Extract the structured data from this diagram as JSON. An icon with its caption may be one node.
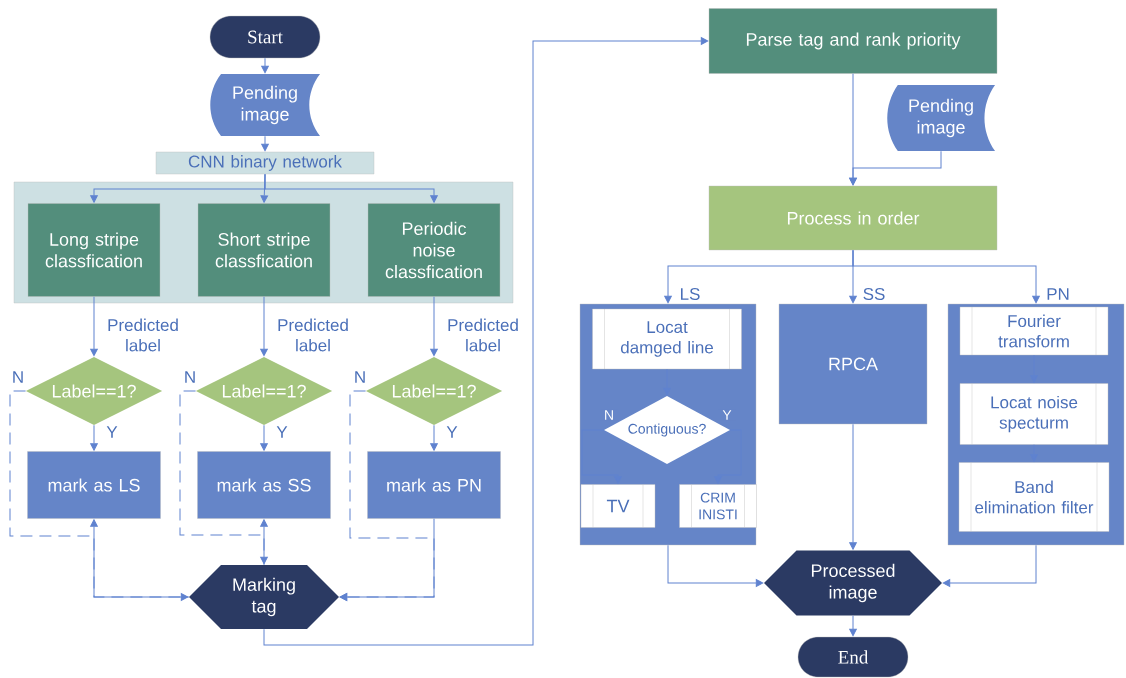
{
  "diagram": {
    "nodes": [
      {
        "text": [
          "Start"
        ]
      },
      {
        "text": [
          "Pending image"
        ]
      },
      {
        "text": [
          "CNN binary network"
        ]
      },
      {
        "text": [
          "Long stripe classfication"
        ],
        "in": 2
      },
      {
        "text": [
          "Short stripe classfication"
        ],
        "in": 2
      },
      {
        "text": [
          "Periodic noise classfication"
        ],
        "in": 2
      },
      {
        "text": [
          "Label==1?"
        ]
      },
      {
        "text": [
          "Label==1?"
        ]
      },
      {
        "text": [
          "Label==1?"
        ]
      },
      {
        "text": [
          "mark as LS"
        ]
      },
      {
        "text": [
          "mark as SS"
        ]
      },
      {
        "text": [
          "mark as PN"
        ]
      },
      {
        "text": [
          "Marking tag"
        ]
      },
      {
        "text": [
          "Parse tag and rank priority"
        ]
      },
      {
        "text": [
          "Pending image"
        ]
      },
      {
        "text": [
          "Process in order"
        ]
      },
      {
        "text": [],
        "shape": "box"
      },
      {
        "text": [
          "Locat damged line"
        ],
        "in": 16
      },
      {
        "text": [
          "Contiguous?"
        ],
        "in": 16
      },
      {
        "text": [
          "TV"
        ],
        "in": 16
      },
      {
        "text": [
          "CRIM INISTI"
        ],
        "in": 16
      },
      {
        "text": [
          "RPCA"
        ]
      },
      {
        "text": [],
        "shape": "box"
      },
      {
        "text": [
          "Fourier transform"
        ],
        "in": 22
      },
      {
        "text": [
          "Locat noise specturm"
        ],
        "in": 22
      },
      {
        "text": [
          "Band elimination filter"
        ],
        "in": 22
      },
      {
        "text": [
          "Processed image"
        ]
      },
      {
        "text": [
          "End"
        ]
      }
    ],
    "edges": [
      {
        "from": 0,
        "to": 1,
        "arrow": "to"
      },
      {
        "from": 1,
        "to": 2,
        "arrow": "to"
      },
      {
        "from": 2,
        "to": 3,
        "arrow": "to"
      },
      {
        "from": 2,
        "to": 4,
        "arrow": "to"
      },
      {
        "from": 2,
        "to": 5,
        "arrow": "to"
      },
      {
        "from": 3,
        "to": 6,
        "arrow": "to",
        "label": "Predicted label"
      },
      {
        "from": 4,
        "to": 7,
        "arrow": "to",
        "label": "Predicted label"
      },
      {
        "from": 5,
        "to": 8,
        "arrow": "to",
        "label": "Predicted label"
      },
      {
        "from": 6,
        "to": 9,
        "arrow": "to",
        "label": "Y"
      },
      {
        "from": 7,
        "to": 10,
        "arrow": "to",
        "label": "Y"
      },
      {
        "from": 8,
        "to": 11,
        "arrow": "to",
        "label": "Y"
      },
      {
        "from": 6,
        "to": 12,
        "arrow": "to",
        "label": "N",
        "style": "dashed"
      },
      {
        "from": 7,
        "to": 12,
        "arrow": "to",
        "label": "N",
        "style": "dashed"
      },
      {
        "from": 8,
        "to": 12,
        "arrow": "to",
        "label": "N",
        "style": "dashed"
      },
      {
        "from": 12,
        "to": 9,
        "arrow": "to"
      },
      {
        "from": 12,
        "to": 10,
        "arrow": "to"
      },
      {
        "from": 11,
        "to": 12,
        "arrow": "to"
      },
      {
        "from": 12,
        "to": 13,
        "arrow": "to"
      },
      {
        "from": 13,
        "to": 15,
        "arrow": "to"
      },
      {
        "from": 14,
        "to": 15,
        "arrow": "to"
      },
      {
        "from": 15,
        "to": 16,
        "arrow": "to",
        "label": "LS"
      },
      {
        "from": 15,
        "to": 21,
        "arrow": "to",
        "label": "SS"
      },
      {
        "from": 15,
        "to": 22,
        "arrow": "to",
        "label": "PN"
      },
      {
        "from": 17,
        "to": 18,
        "arrow": "to"
      },
      {
        "from": 18,
        "to": 19,
        "arrow": "to",
        "label": "N"
      },
      {
        "from": 18,
        "to": 20,
        "arrow": "to",
        "label": "Y"
      },
      {
        "from": 23,
        "to": 24,
        "arrow": "to"
      },
      {
        "from": 24,
        "to": 25,
        "arrow": "to"
      },
      {
        "from": 16,
        "to": 26,
        "arrow": "to"
      },
      {
        "from": 21,
        "to": 26,
        "arrow": "to"
      },
      {
        "from": 22,
        "to": 26,
        "arrow": "to"
      },
      {
        "from": 26,
        "to": 27,
        "arrow": "to"
      }
    ]
  }
}
